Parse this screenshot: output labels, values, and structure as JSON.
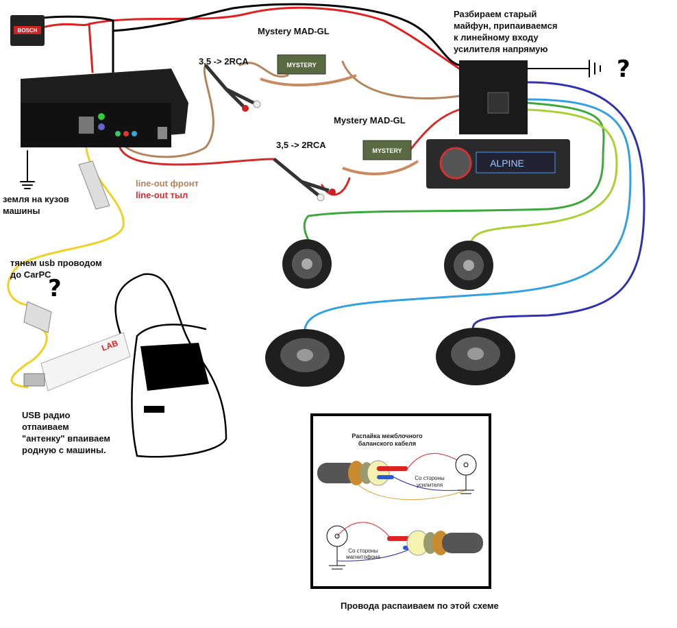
{
  "labels": {
    "amp_note": [
      "Разбираем старый",
      "майфун, припаиваемся",
      "к линейному входу",
      "усилителя напрямую"
    ],
    "filter_top": "Mystery MAD-GL",
    "filter_bottom": "Mystery MAD-GL",
    "adapter_top": "3,5 -> 2RCA",
    "adapter_bottom": "3,5 -> 2RCA",
    "line_out_front": "line-out фронт",
    "line_out_rear": "line-out тыл",
    "ground_note": [
      "земля на кузов",
      "машины"
    ],
    "usb_note": [
      "тянем usb проводом",
      "до CarPC"
    ],
    "usb_radio_note": [
      "USB радио",
      "отпаиваем",
      "\"антенку\" впаиваем",
      "родную с машины."
    ],
    "question_mark": "?",
    "battery_brand": "BOSCH",
    "radio_brand": "ALPINE",
    "footer": "Провода распаиваем по этой схеме"
  },
  "inset": {
    "title": [
      "Распайка межблочного",
      "баланского кабеля"
    ],
    "amp_side": [
      "Со стороны",
      "усилителя"
    ],
    "tape_side": [
      "Со стороны",
      "магнитофона"
    ]
  },
  "colors": {
    "power_positive": "#e02020",
    "power_negative": "#000000",
    "front_line": "#b5835a",
    "rear_line": "#d42a2a",
    "usb": "#f0d020",
    "front_left": "#3aa83a",
    "front_right": "#a8d030",
    "rear_left": "#30a0e0",
    "rear_right": "#3030b0"
  }
}
